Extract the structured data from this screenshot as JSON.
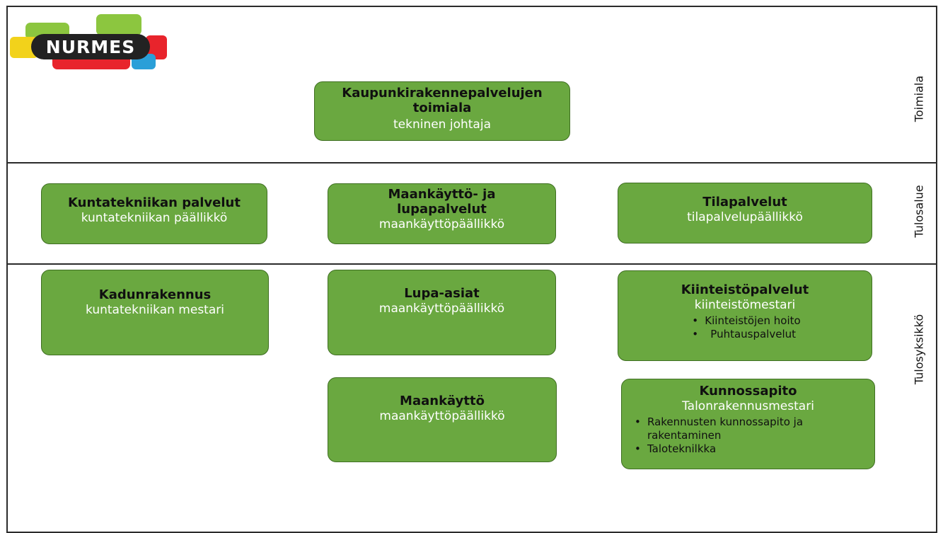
{
  "logo": {
    "text": "NURMES"
  },
  "bands": {
    "toimiala": "Toimiala",
    "tulosalue": "Tulosalue",
    "tulosyksikko": "Tulosyksikkö"
  },
  "units": {
    "toimiala": {
      "title": "Kaupunkirakennepalvelujen toimiala",
      "role": "tekninen johtaja"
    },
    "kuntatekniikka": {
      "title": "Kuntatekniikan palvelut",
      "role": "kuntatekniikan päällikkö"
    },
    "maankaytto_lupa": {
      "title": "Maankäyttö- ja lupapalvelut",
      "role": "maankäyttöpäällikkö"
    },
    "tilapalvelut": {
      "title": "Tilapalvelut",
      "role": "tilapalvelupäällikkö"
    },
    "kadunrakennus": {
      "title": "Kadunrakennus",
      "role": "kuntatekniikan mestari"
    },
    "lupa_asiat": {
      "title": "Lupa-asiat",
      "role": "maankäyttöpäällikkö"
    },
    "kiinteistopalvelut": {
      "title": "Kiinteistöpalvelut",
      "role": "kiinteistömestari",
      "tasks": [
        "Kiinteistöjen hoito",
        "Puhtauspalvelut"
      ]
    },
    "maankaytto": {
      "title": "Maankäyttö",
      "role": "maankäyttöpäällikkö"
    },
    "kunnossapito": {
      "title": "Kunnossapito",
      "role": "Talonrakennusmestari",
      "tasks": [
        "Rakennusten kunnossapito ja rakentaminen",
        "Taloteknilkka"
      ]
    }
  },
  "colors": {
    "box_fill": "#6aa840",
    "box_border": "#3f6f22",
    "logo_green": "#8cc63f",
    "logo_yellow": "#f2d21b",
    "logo_red": "#e8242c",
    "logo_blue": "#2a9fd8",
    "logo_dark": "#222222"
  }
}
